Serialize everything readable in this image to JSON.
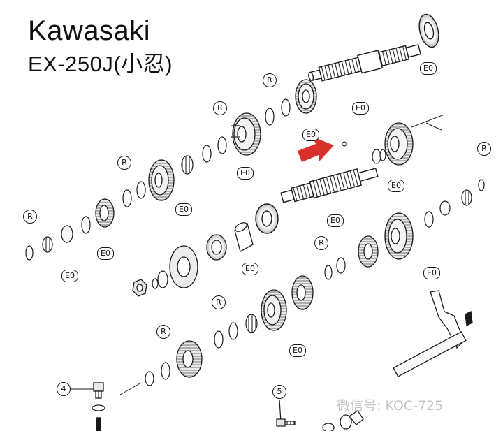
{
  "title": {
    "brand": "Kawasaki",
    "model": "EX-250J(小忍)"
  },
  "labels": {
    "e0": "E0",
    "r": "R",
    "ref4": "4",
    "ref5": "5"
  },
  "watermark": "微信号: KOC-725",
  "colors": {
    "ink": "#1a1a1a",
    "arrow": "#d8302a",
    "gray": "#8a8a8a",
    "light": "#cfcfcf"
  },
  "icons": {
    "pointer": "red-arrow-icon"
  }
}
